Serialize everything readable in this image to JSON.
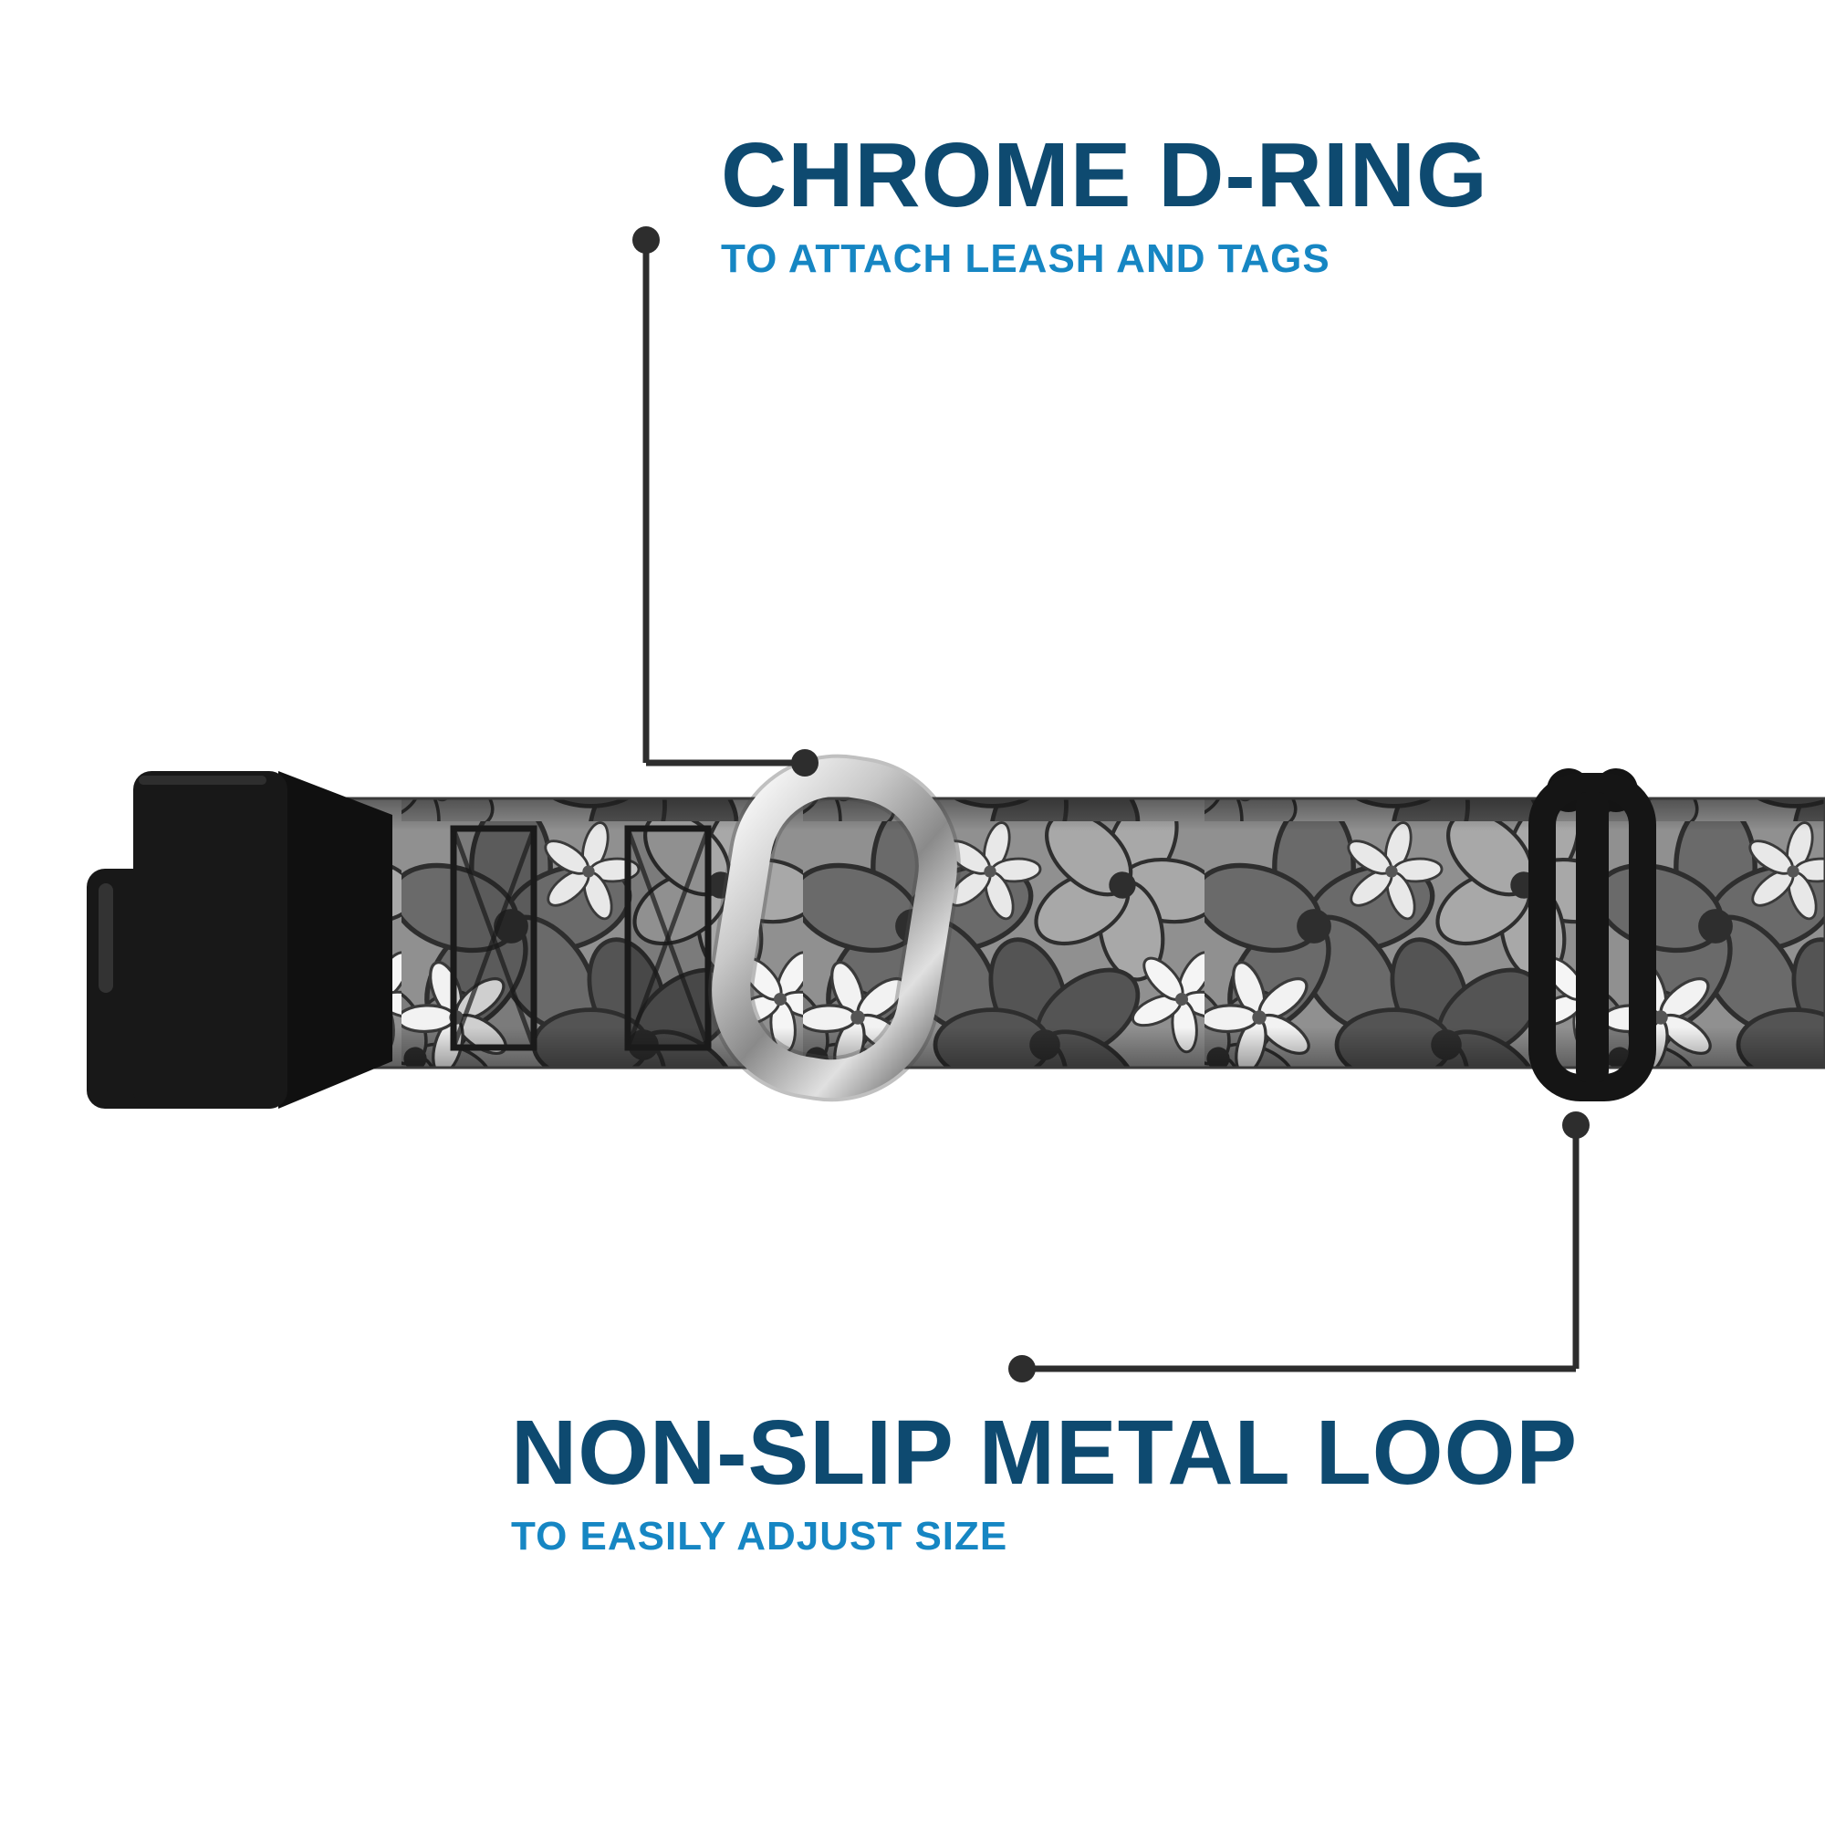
{
  "annotations": {
    "top": {
      "title": "CHROME D-RING",
      "subtitle": "TO ATTACH LEASH AND TAGS"
    },
    "bottom": {
      "title": "NON-SLIP METAL LOOP",
      "subtitle": "TO EASILY ADJUST SIZE"
    }
  },
  "colors": {
    "title_navy": "#0e4a70",
    "subtitle_blue": "#1686c3",
    "callout_line": "#2d2d2d",
    "buckle_black": "#141414",
    "strap_gray": "#909090",
    "chrome_light": "#f5f5f5",
    "chrome_dark": "#777777"
  },
  "product": {
    "parts": [
      {
        "name": "side-release-buckle",
        "material": "black plastic"
      },
      {
        "name": "patterned-strap",
        "pattern": "gray hibiscus floral"
      },
      {
        "name": "chrome-d-ring",
        "material": "chrome"
      },
      {
        "name": "non-slip-metal-loop",
        "material": "black metal"
      }
    ]
  }
}
